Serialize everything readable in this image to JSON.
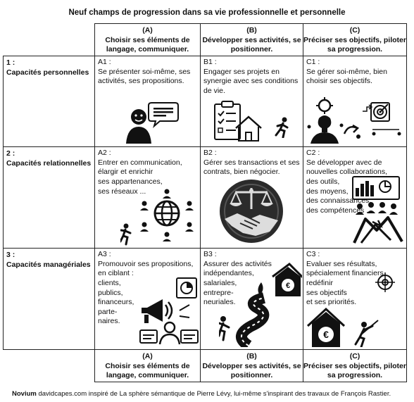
{
  "title": "Neuf champs de progression dans sa vie professionnelle et personnelle",
  "columns": [
    {
      "code": "(A)",
      "label": "Choisir ses éléments de langage, communiquer."
    },
    {
      "code": "(B)",
      "label": "Développer ses activités, se positionner."
    },
    {
      "code": "(C)",
      "label": "Préciser ses objectifs, piloter sa progression."
    }
  ],
  "rows": [
    {
      "num": "1 :",
      "label": "Capacités personnelles",
      "cells": [
        {
          "code": "A1 :",
          "text": "Se présenter soi-même, ses activités, ses propositions."
        },
        {
          "code": "B1 :",
          "text": "Engager ses projets en synergie avec ses conditions de vie."
        },
        {
          "code": "C1 :",
          "text": "Se gérer soi-même, bien choisir ses objectifs."
        }
      ]
    },
    {
      "num": "2 :",
      "label": "Capacités relationnelles",
      "cells": [
        {
          "code": "A2 :",
          "text": "Entrer en communication, élargir et enrichir\nses appartenances,\nses réseaux ..."
        },
        {
          "code": "B2 :",
          "text": "Gérer ses transactions et ses contrats, bien négocier."
        },
        {
          "code": "C2 :",
          "text": "Se développer avec de nouvelles collaborations,\ndes outils,\ndes moyens,\ndes connaissances,\ndes compétences ..."
        }
      ]
    },
    {
      "num": "3 :",
      "label": "Capacités managériales",
      "cells": [
        {
          "code": "A3 :",
          "text": "Promouvoir ses propositions, en ciblant :\nclients,\npublics,\nfinanceurs,\nparte-\nnaires."
        },
        {
          "code": "B3 :",
          "text": "Assurer des activités indépendantes,\nsalariales,\nentrepre-\nneuriales."
        },
        {
          "code": "C3 :",
          "text": "Evaluer ses résultats, spécialement financiers, redéfinir\nses objectifs\net ses priorités."
        }
      ]
    }
  ],
  "footer": {
    "brand": "Novium",
    "text": "davidcapes.com inspiré de La sphère sémantique de Pierre Lévy, lui-même s'inspirant des travaux de François Rastier."
  },
  "icons": [
    "speaking-person-icon",
    "clipboard-house-icon",
    "running-person-icon",
    "target-head-icon",
    "network-globe-icon",
    "handshake-scale-icon",
    "team-tools-icon",
    "megaphone-chart-icon",
    "winding-road-house-icon",
    "euro-house-target-icon"
  ]
}
